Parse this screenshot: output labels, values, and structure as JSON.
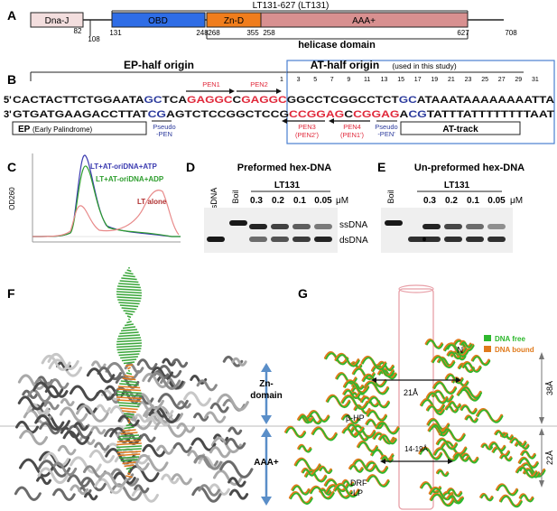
{
  "panels": {
    "a": "A",
    "b": "B",
    "c": "C",
    "d": "D",
    "e": "E",
    "f": "F",
    "g": "G"
  },
  "panel_a": {
    "lt_label": "LT131-627 (LT131)",
    "domains": [
      "Dna-J",
      "OBD",
      "Zn-D",
      "AAA+"
    ],
    "positions": [
      "82",
      "108",
      "131",
      "248",
      "268",
      "355",
      "258",
      "627",
      "708"
    ],
    "helicase_label": "helicase domain",
    "colors": {
      "dnaj": "#f3dede",
      "obd": "#2f6de6",
      "znd": "#f07d1c",
      "aaa": "#d89090"
    }
  },
  "panel_b": {
    "ep_origin": "EP-half origin",
    "at_origin": "AT-half origin",
    "at_note": "(used in this study)",
    "strand_top_prime": "5'",
    "strand_bottom_prime": "3'",
    "top_seq": [
      {
        "t": "CACTACTTCTGGAATA",
        "c": "#111111"
      },
      {
        "t": "GC",
        "c": "#2b3a9c"
      },
      {
        "t": "TCA",
        "c": "#111111"
      },
      {
        "t": "GAGGC",
        "c": "#e0283a"
      },
      {
        "t": "C",
        "c": "#111111"
      },
      {
        "t": "GAGGC",
        "c": "#e0283a"
      },
      {
        "t": "GGCCTCGGCCTCT",
        "c": "#111111"
      },
      {
        "t": "GC",
        "c": "#2b3a9c"
      },
      {
        "t": "ATAAATAAAAAAAATTA",
        "c": "#111111"
      }
    ],
    "bottom_seq": [
      {
        "t": "GTGATGAAGACCTTAT",
        "c": "#111111"
      },
      {
        "t": "CG",
        "c": "#2b3a9c"
      },
      {
        "t": "AGTCTCCGGCTCCG",
        "c": "#111111"
      },
      {
        "t": "CCGGAG",
        "c": "#e0283a"
      },
      {
        "t": "C",
        "c": "#111111"
      },
      {
        "t": "CGGAG",
        "c": "#e0283a"
      },
      {
        "t": "A",
        "c": "#111111"
      },
      {
        "t": "CG",
        "c": "#2b3a9c"
      },
      {
        "t": "TATTTATTTTTTTTAAT",
        "c": "#111111"
      }
    ],
    "numbers": [
      "1",
      "3",
      "5",
      "7",
      "9",
      "11",
      "13",
      "15",
      "17",
      "19",
      "21",
      "23",
      "25",
      "27",
      "29",
      "31"
    ],
    "pen1": "PEN1",
    "pen2": "PEN2",
    "pen3": "PEN3",
    "pen3b": "(PEN2')",
    "pen4": "PEN4",
    "pen4b": "(PEN1')",
    "pseudo_pen": "Pseudo",
    "pseudo_pen_b": "-PEN",
    "pseudo_pen2": "Pseudo",
    "pseudo_pen2_b": "-PEN'",
    "ep_box": "EP",
    "ep_box_note": "(Early Palindrome)",
    "at_track": "AT-track"
  },
  "panel_c": {
    "ylabel": "OD260",
    "legend": [
      {
        "text": "LT+AT-oriDNA+ATP",
        "color": "#3a3ab0"
      },
      {
        "text": "LT+AT-oriDNA+ADP",
        "color": "#2e9e2e"
      },
      {
        "text": "LT alone",
        "color": "#b03030"
      }
    ]
  },
  "panel_d": {
    "title": "Preformed hex-DNA",
    "lane_ds": "dsDNA",
    "lane_boil": "Boil",
    "lt": "LT131",
    "concs": [
      "0.3",
      "0.2",
      "0.1",
      "0.05"
    ],
    "unit": "μM",
    "ss_label": "ssDNA",
    "ds_label": "dsDNA"
  },
  "panel_e": {
    "title": "Un-preformed hex-DNA",
    "lane_boil": "Boil",
    "lt": "LT131",
    "concs": [
      "0.3",
      "0.2",
      "0.1",
      "0.05"
    ],
    "unit": "μM"
  },
  "panel_f": {
    "zn_label": "Zn-",
    "zn_label2": "domain",
    "aaa_label": "AAA+"
  },
  "panel_g": {
    "legend_free": "DNA free",
    "legend_bound": "DNA bound",
    "n_label": "N",
    "d21": "21Å",
    "d1419": "14-19Å",
    "bhp": "β-HP",
    "drf": "DRF",
    "drf2": "-LP",
    "h38": "38Å",
    "h22": "22Å"
  }
}
